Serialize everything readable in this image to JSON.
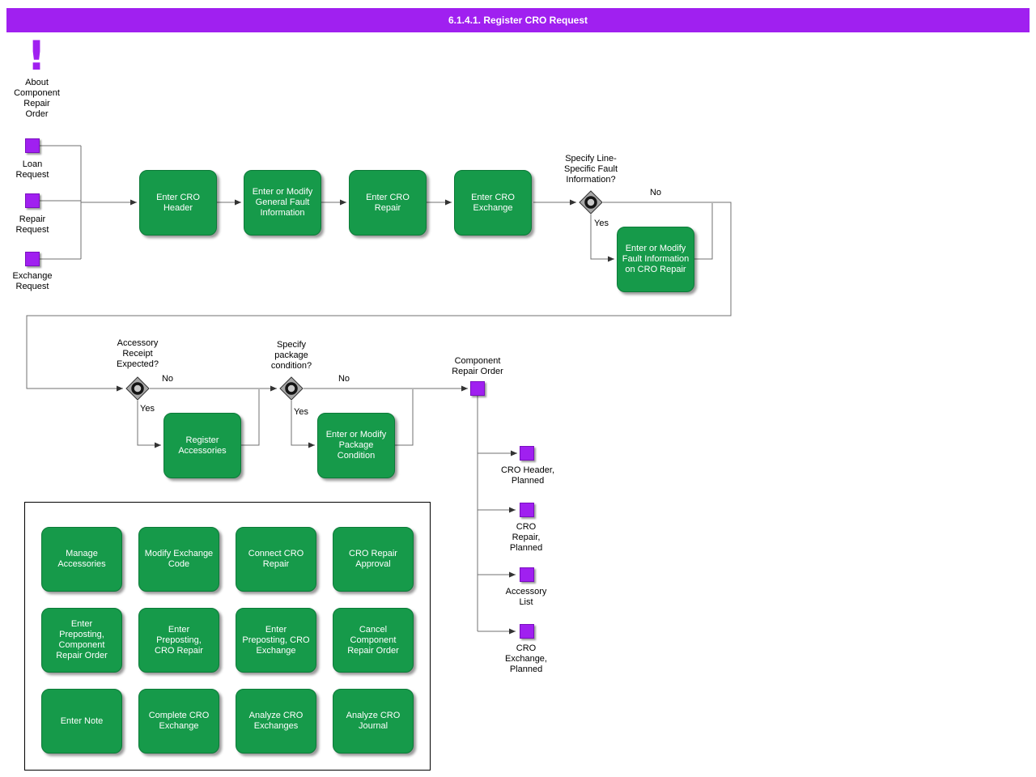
{
  "title_bar": {
    "title": "6.1.4.1. Register CRO Request"
  },
  "colors": {
    "purple": "#A020F0",
    "green": "#169A4A"
  },
  "about": {
    "icon_glyph": "!",
    "label": "About\nComponent\nRepair\nOrder"
  },
  "inputs": [
    {
      "label": "Loan\nRequest"
    },
    {
      "label": "Repair\nRequest"
    },
    {
      "label": "Exchange\nRequest"
    }
  ],
  "processes": [
    {
      "label": "Enter CRO\nHeader"
    },
    {
      "label": "Enter or Modify\nGeneral Fault\nInformation"
    },
    {
      "label": "Enter CRO\nRepair"
    },
    {
      "label": "Enter CRO\nExchange"
    },
    {
      "label": "Enter or Modify\nFault Information\non CRO Repair"
    },
    {
      "label": "Register\nAccessories"
    },
    {
      "label": "Enter or Modify\nPackage\nCondition"
    }
  ],
  "decisions": [
    {
      "question": "Specify Line-\nSpecific Fault\nInformation?",
      "yes_label": "Yes",
      "no_label": "No"
    },
    {
      "question": "Accessory\nReceipt\nExpected?",
      "yes_label": "Yes",
      "no_label": "No"
    },
    {
      "question": "Specify\npackage\ncondition?",
      "yes_label": "Yes",
      "no_label": "No"
    }
  ],
  "result": {
    "label": "Component\nRepair Order"
  },
  "outputs": [
    {
      "label": "CRO Header,\nPlanned"
    },
    {
      "label": "CRO\nRepair,\nPlanned"
    },
    {
      "label": "Accessory\nList"
    },
    {
      "label": "CRO\nExchange,\nPlanned"
    }
  ],
  "actions": [
    {
      "label": "Manage\nAccessories"
    },
    {
      "label": "Modify Exchange\nCode"
    },
    {
      "label": "Connect CRO\nRepair"
    },
    {
      "label": "CRO Repair\nApproval"
    },
    {
      "label": "Enter\nPreposting,\nComponent\nRepair Order"
    },
    {
      "label": "Enter\nPreposting,\nCRO Repair"
    },
    {
      "label": "Enter\nPreposting, CRO\nExchange"
    },
    {
      "label": "Cancel\nComponent\nRepair Order"
    },
    {
      "label": "Enter Note"
    },
    {
      "label": "Complete CRO\nExchange"
    },
    {
      "label": "Analyze CRO\nExchanges"
    },
    {
      "label": "Analyze CRO\nJournal"
    }
  ]
}
